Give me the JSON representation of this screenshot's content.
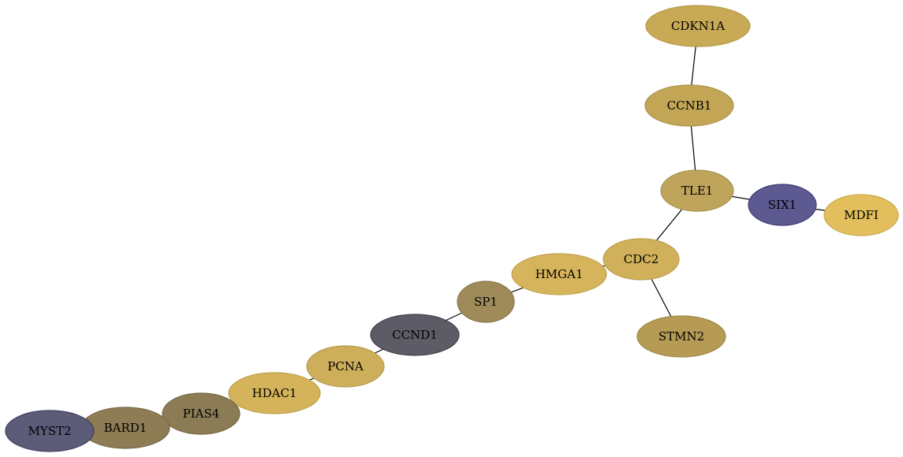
{
  "graph": {
    "nodes": [
      {
        "id": "CDKN1A",
        "label": "CDKN1A",
        "fill": "#c8a955",
        "stroke": "#b59a49"
      },
      {
        "id": "CCNB1",
        "label": "CCNB1",
        "fill": "#c2a656",
        "stroke": "#ad944a"
      },
      {
        "id": "TLE1",
        "label": "TLE1",
        "fill": "#bfa45b",
        "stroke": "#a9914f"
      },
      {
        "id": "SIX1",
        "label": "SIX1",
        "fill": "#5c5a91",
        "stroke": "#3f3d72"
      },
      {
        "id": "MDFI",
        "label": "MDFI",
        "fill": "#e2bf5c",
        "stroke": "#ccab4f"
      },
      {
        "id": "CDC2",
        "label": "CDC2",
        "fill": "#d0b05a",
        "stroke": "#bb9e4f"
      },
      {
        "id": "STMN2",
        "label": "STMN2",
        "fill": "#b69b55",
        "stroke": "#a08849"
      },
      {
        "id": "HMGA1",
        "label": "HMGA1",
        "fill": "#d6b45b",
        "stroke": "#c1a24f"
      },
      {
        "id": "SP1",
        "label": "SP1",
        "fill": "#9f8b5a",
        "stroke": "#8a784c"
      },
      {
        "id": "CCND1",
        "label": "CCND1",
        "fill": "#5d5c66",
        "stroke": "#3f3e48"
      },
      {
        "id": "PCNA",
        "label": "PCNA",
        "fill": "#cdae5b",
        "stroke": "#b89b4f"
      },
      {
        "id": "HDAC1",
        "label": "HDAC1",
        "fill": "#d4b35a",
        "stroke": "#bea04e"
      },
      {
        "id": "PIAS4",
        "label": "PIAS4",
        "fill": "#8b7c55",
        "stroke": "#766849"
      },
      {
        "id": "BARD1",
        "label": "BARD1",
        "fill": "#8e7c55",
        "stroke": "#786948"
      },
      {
        "id": "MYST2",
        "label": "MYST2",
        "fill": "#5c5b78",
        "stroke": "#3f3e5c"
      }
    ],
    "edges": [
      {
        "from": "CDKN1A",
        "to": "CCNB1"
      },
      {
        "from": "CCNB1",
        "to": "TLE1"
      },
      {
        "from": "TLE1",
        "to": "SIX1"
      },
      {
        "from": "SIX1",
        "to": "MDFI"
      },
      {
        "from": "TLE1",
        "to": "CDC2"
      },
      {
        "from": "CDC2",
        "to": "STMN2"
      },
      {
        "from": "CDC2",
        "to": "HMGA1"
      },
      {
        "from": "HMGA1",
        "to": "SP1"
      },
      {
        "from": "SP1",
        "to": "CCND1"
      },
      {
        "from": "CCND1",
        "to": "PCNA"
      },
      {
        "from": "PCNA",
        "to": "HDAC1"
      },
      {
        "from": "HDAC1",
        "to": "PIAS4"
      },
      {
        "from": "PIAS4",
        "to": "BARD1"
      },
      {
        "from": "BARD1",
        "to": "MYST2"
      }
    ]
  }
}
